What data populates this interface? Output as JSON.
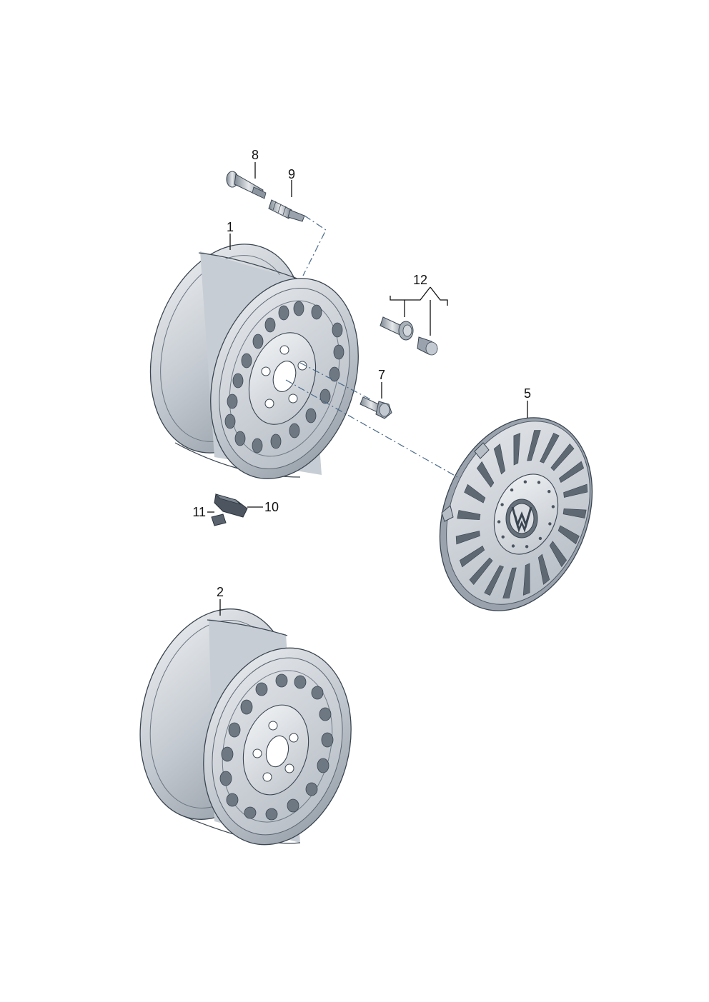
{
  "diagram": {
    "callouts": {
      "c1": "1",
      "c2": "2",
      "c5": "5",
      "c7": "7",
      "c8": "8",
      "c9": "9",
      "c10": "10",
      "c11": "11",
      "c12": "12"
    },
    "colors": {
      "steel_light": "#d9dde2",
      "steel_mid": "#aab2bb",
      "steel_dark": "#59636e",
      "line": "#3a4550"
    }
  }
}
